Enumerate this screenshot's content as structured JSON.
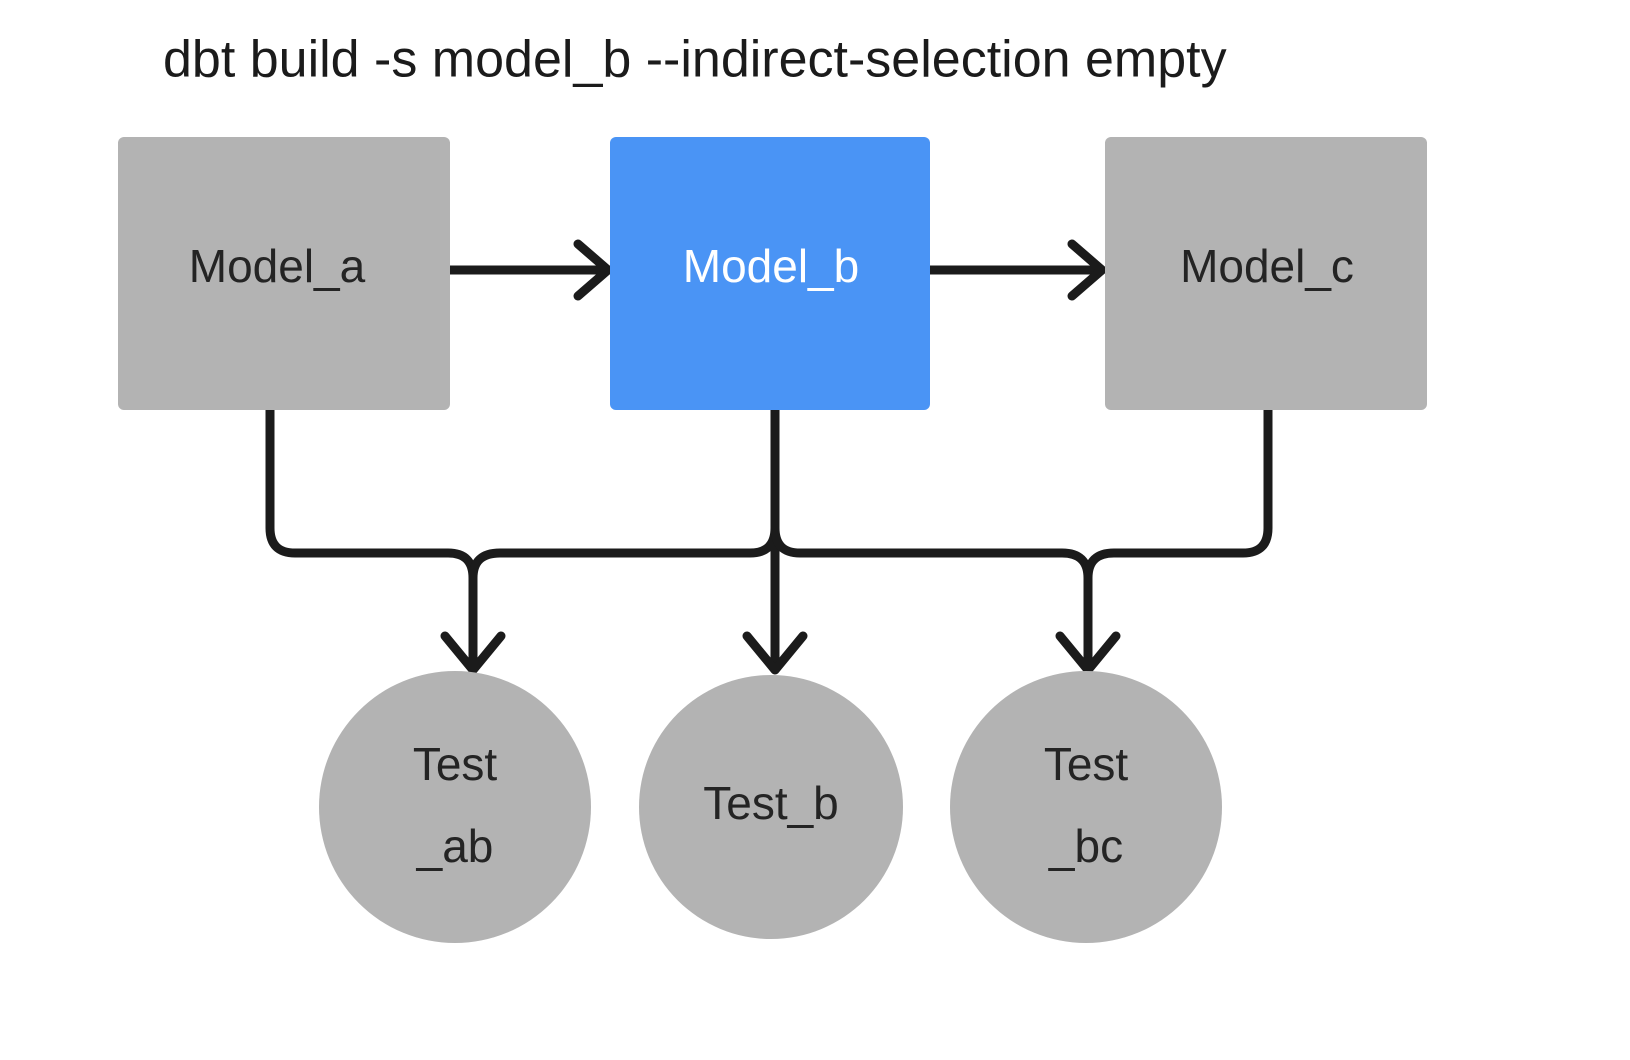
{
  "title": {
    "text": "dbt build -s model_b --indirect-selection empty"
  },
  "colors": {
    "background": "#ffffff",
    "node_gray": "#b3b3b3",
    "node_selected_blue": "#4a94f5",
    "edge_black": "#1b1b1b",
    "label_dark": "#242424",
    "label_light": "#ffffff"
  },
  "models": [
    {
      "id": "model_a",
      "label": "Model_a",
      "state": "unselected",
      "fill": "#b3b3b3",
      "text_color": "#242424"
    },
    {
      "id": "model_b",
      "label": "Model_b",
      "state": "selected",
      "fill": "#4a94f5",
      "text_color": "#ffffff"
    },
    {
      "id": "model_c",
      "label": "Model_c",
      "state": "unselected",
      "fill": "#b3b3b3",
      "text_color": "#242424"
    }
  ],
  "tests": [
    {
      "id": "test_ab",
      "label_line1": "Test",
      "label_line2": "_ab",
      "state": "unselected",
      "fill": "#b3b3b3",
      "text_color": "#242424"
    },
    {
      "id": "test_b",
      "label_line1": "Test_b",
      "label_line2": "",
      "state": "unselected",
      "fill": "#b3b3b3",
      "text_color": "#242424"
    },
    {
      "id": "test_bc",
      "label_line1": "Test",
      "label_line2": "_bc",
      "state": "unselected",
      "fill": "#b3b3b3",
      "text_color": "#242424"
    }
  ],
  "edges": [
    {
      "id": "model_a-to-model_b",
      "from": "model_a",
      "to": "model_b",
      "style": "straight-horizontal"
    },
    {
      "id": "model_b-to-model_c",
      "from": "model_b",
      "to": "model_c",
      "style": "straight-horizontal"
    },
    {
      "id": "model_a-to-test_ab",
      "from": "model_a",
      "to": "test_ab",
      "style": "orthogonal"
    },
    {
      "id": "model_b-to-test_ab",
      "from": "model_b",
      "to": "test_ab",
      "style": "orthogonal"
    },
    {
      "id": "model_b-to-test_b",
      "from": "model_b",
      "to": "test_b",
      "style": "straight-vertical"
    },
    {
      "id": "model_b-to-test_bc",
      "from": "model_b",
      "to": "test_bc",
      "style": "orthogonal"
    },
    {
      "id": "model_c-to-test_bc",
      "from": "model_c",
      "to": "test_bc",
      "style": "orthogonal"
    }
  ]
}
